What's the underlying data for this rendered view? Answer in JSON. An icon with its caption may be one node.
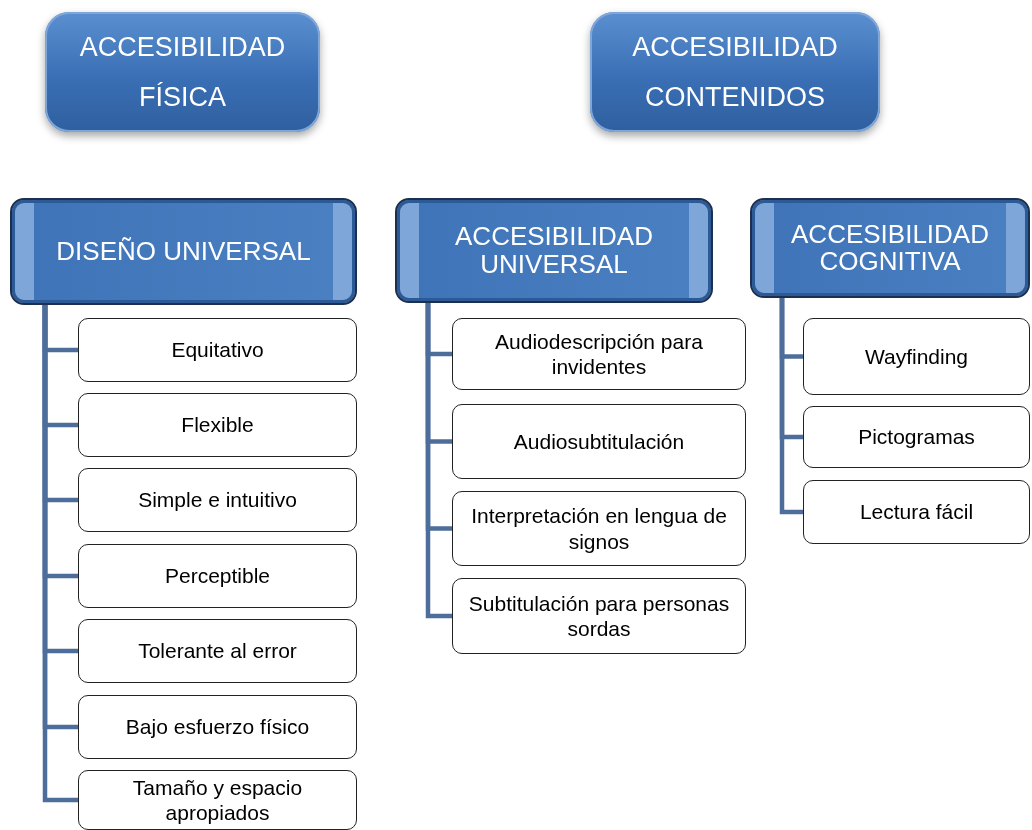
{
  "diagram": {
    "nodes": [
      {
        "text": [
          "ACCESIBILIDAD FÍSICA"
        ]
      },
      {
        "text": [
          "ACCESIBILIDAD CONTENIDOS"
        ]
      },
      {
        "text": [
          "DISEÑO UNIVERSAL"
        ]
      },
      {
        "text": [
          "Equitativo"
        ]
      },
      {
        "text": [
          "Flexible"
        ]
      },
      {
        "text": [
          "Simple e intuitivo"
        ]
      },
      {
        "text": [
          "Perceptible"
        ]
      },
      {
        "text": [
          "Tolerante al error"
        ]
      },
      {
        "text": [
          "Bajo esfuerzo físico"
        ]
      },
      {
        "text": [
          "Tamaño y espacio apropiados"
        ]
      },
      {
        "text": [
          "ACCESIBILIDAD UNIVERSAL"
        ]
      },
      {
        "text": [
          "Audiodescripción para invidentes"
        ]
      },
      {
        "text": [
          "Audiosubtitulación"
        ]
      },
      {
        "text": [
          "Interpretación en lengua de signos"
        ]
      },
      {
        "text": [
          "Subtitulación para personas sordas"
        ]
      },
      {
        "text": [
          "ACCESIBILIDAD COGNITIVA"
        ]
      },
      {
        "text": [
          "Wayfinding"
        ]
      },
      {
        "text": [
          "Pictogramas"
        ]
      },
      {
        "text": [
          "Lectura fácil"
        ]
      }
    ],
    "edges": [
      {
        "from": 2,
        "to": 3,
        "arrow": "none"
      },
      {
        "from": 2,
        "to": 4,
        "arrow": "none"
      },
      {
        "from": 2,
        "to": 5,
        "arrow": "none"
      },
      {
        "from": 2,
        "to": 6,
        "arrow": "none"
      },
      {
        "from": 2,
        "to": 7,
        "arrow": "none"
      },
      {
        "from": 2,
        "to": 8,
        "arrow": "none"
      },
      {
        "from": 2,
        "to": 9,
        "arrow": "none"
      },
      {
        "from": 10,
        "to": 11,
        "arrow": "none"
      },
      {
        "from": 10,
        "to": 12,
        "arrow": "none"
      },
      {
        "from": 10,
        "to": 13,
        "arrow": "none"
      },
      {
        "from": 10,
        "to": 14,
        "arrow": "none"
      },
      {
        "from": 15,
        "to": 16,
        "arrow": "none"
      },
      {
        "from": 15,
        "to": 17,
        "arrow": "none"
      },
      {
        "from": 15,
        "to": 18,
        "arrow": "none"
      }
    ]
  }
}
